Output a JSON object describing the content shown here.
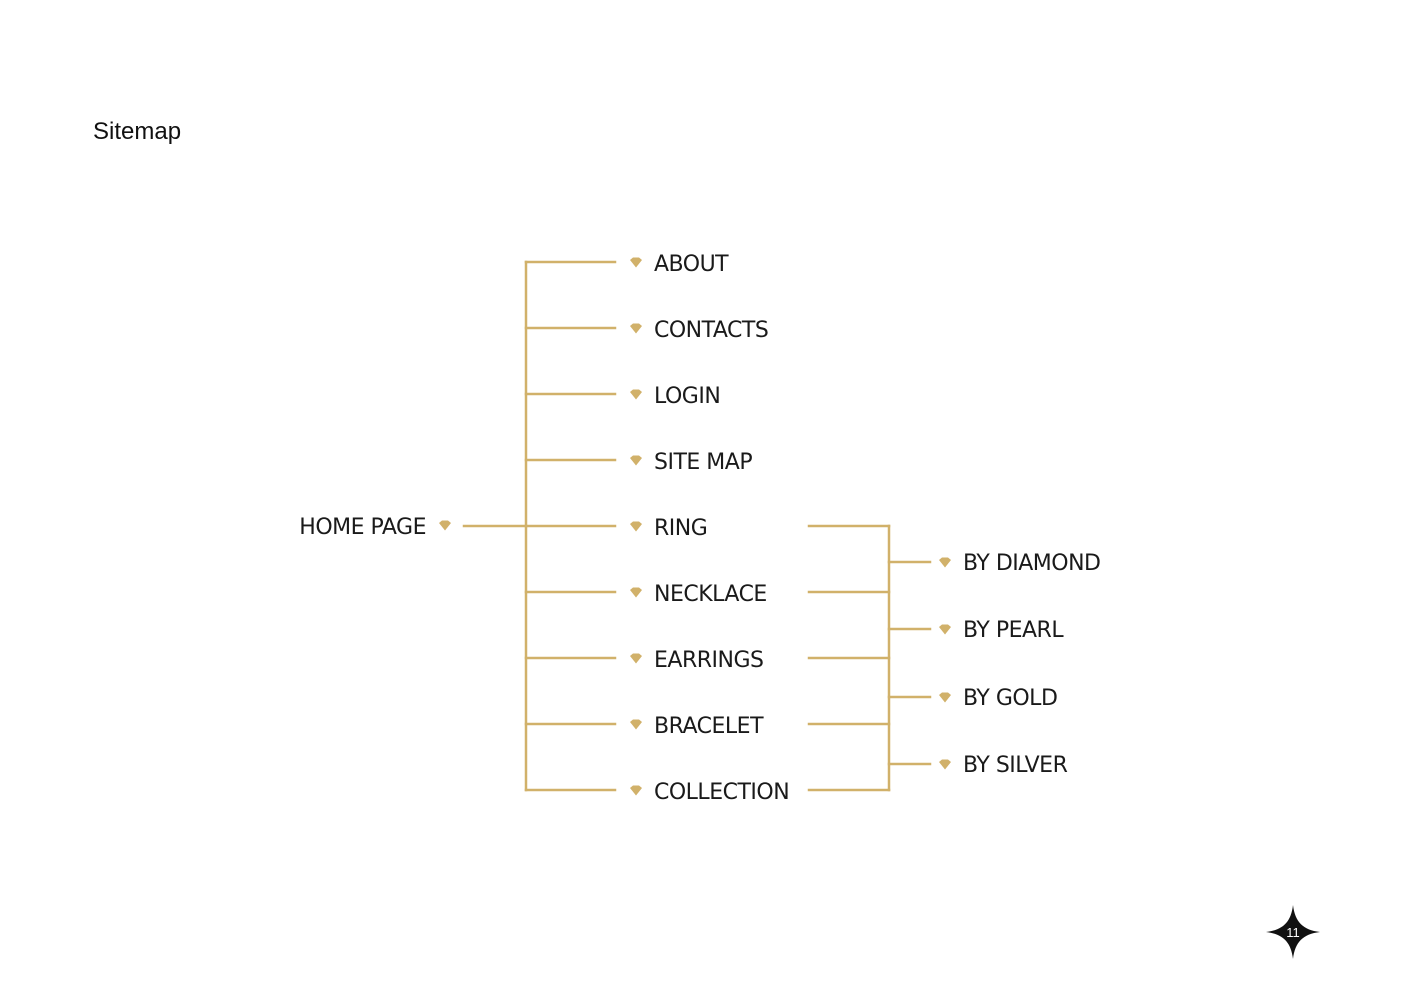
{
  "page": {
    "title": "Sitemap",
    "number": "11"
  },
  "colors": {
    "connector": "#d1b16a",
    "gem": "#d1b16a",
    "text": "#1a1a1a",
    "badge": "#111111"
  },
  "icons": {
    "node_marker": "gem-icon",
    "page_badge": "four-point-star-icon"
  },
  "sitemap": {
    "root": "HOME PAGE",
    "sections": [
      "ABOUT",
      "CONTACTS",
      "LOGIN",
      "SITE MAP",
      "RING",
      "NECKLACE",
      "EARRINGS",
      "BRACELET",
      "COLLECTION"
    ],
    "filters": [
      "BY DIAMOND",
      "BY PEARL",
      "BY GOLD",
      "BY SILVER"
    ]
  }
}
